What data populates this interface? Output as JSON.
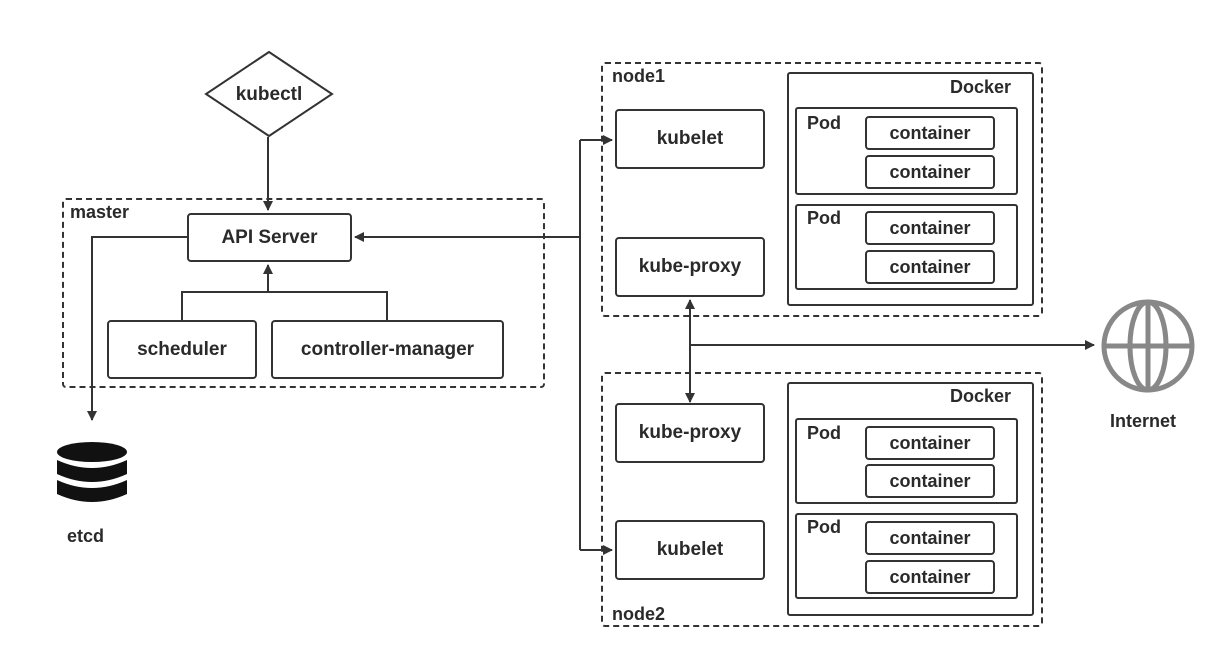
{
  "kubectl": {
    "label": "kubectl"
  },
  "master": {
    "label": "master",
    "api_server": "API Server",
    "scheduler": "scheduler",
    "controller_manager": "controller-manager"
  },
  "etcd": {
    "label": "etcd",
    "icon": "database-icon"
  },
  "node1": {
    "label": "node1",
    "kubelet": "kubelet",
    "kube_proxy": "kube-proxy",
    "runtime": "Docker",
    "pods": [
      {
        "label": "Pod",
        "containers": [
          "container",
          "container"
        ]
      },
      {
        "label": "Pod",
        "containers": [
          "container",
          "container"
        ]
      }
    ]
  },
  "node2": {
    "label": "node2",
    "kubelet": "kubelet",
    "kube_proxy": "kube-proxy",
    "runtime": "Docker",
    "pods": [
      {
        "label": "Pod",
        "containers": [
          "container",
          "container"
        ]
      },
      {
        "label": "Pod",
        "containers": [
          "container",
          "container"
        ]
      }
    ]
  },
  "internet": {
    "label": "Internet",
    "icon": "globe-icon"
  },
  "colors": {
    "stroke": "#333333",
    "text": "#2a2a2a",
    "icon_gray": "#888888"
  }
}
